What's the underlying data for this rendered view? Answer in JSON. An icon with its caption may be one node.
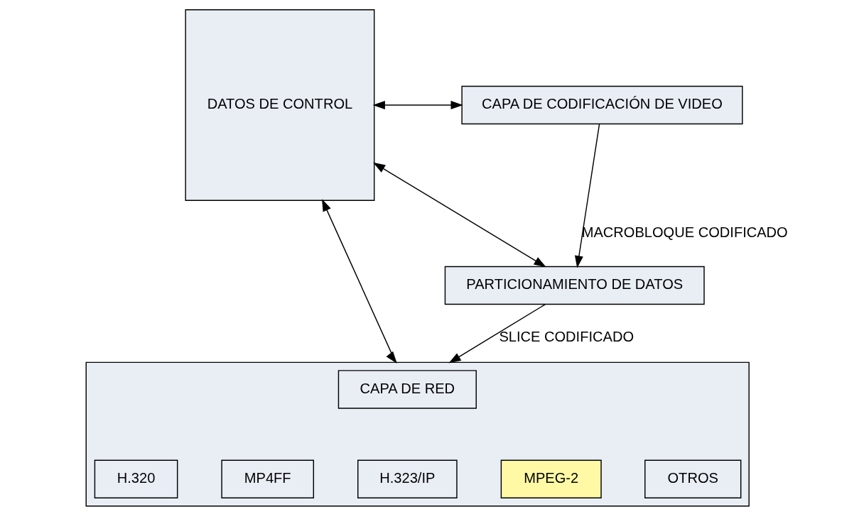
{
  "diagram": {
    "nodes": [
      {
        "text": [
          "DATOS DE CONTROL"
        ]
      },
      {
        "text": [
          "CAPA DE CODIFICACIÓN DE VIDEO"
        ]
      },
      {
        "text": [
          "PARTICIONAMIENTO DE DATOS"
        ]
      },
      {
        "text": [],
        "shape": "box"
      },
      {
        "text": [
          "CAPA DE RED"
        ],
        "in": 3
      },
      {
        "text": [
          "H.320"
        ],
        "in": 3
      },
      {
        "text": [
          "MP4FF"
        ],
        "in": 3
      },
      {
        "text": [
          "H.323/IP"
        ],
        "in": 3
      },
      {
        "text": [
          "MPEG-2"
        ],
        "in": 3
      },
      {
        "text": [
          "OTROS"
        ],
        "in": 3
      }
    ],
    "edges": [
      {
        "from": 0,
        "to": 1,
        "arrow": "both"
      },
      {
        "from": 0,
        "to": 2,
        "arrow": "both"
      },
      {
        "from": 0,
        "to": 3,
        "arrow": "both"
      },
      {
        "from": 1,
        "to": 2,
        "arrow": "to",
        "label": "MACROBLOQUE CODIFICADO"
      },
      {
        "from": 2,
        "to": 3,
        "arrow": "to",
        "label": "SLICE CODIFICADO"
      }
    ]
  }
}
